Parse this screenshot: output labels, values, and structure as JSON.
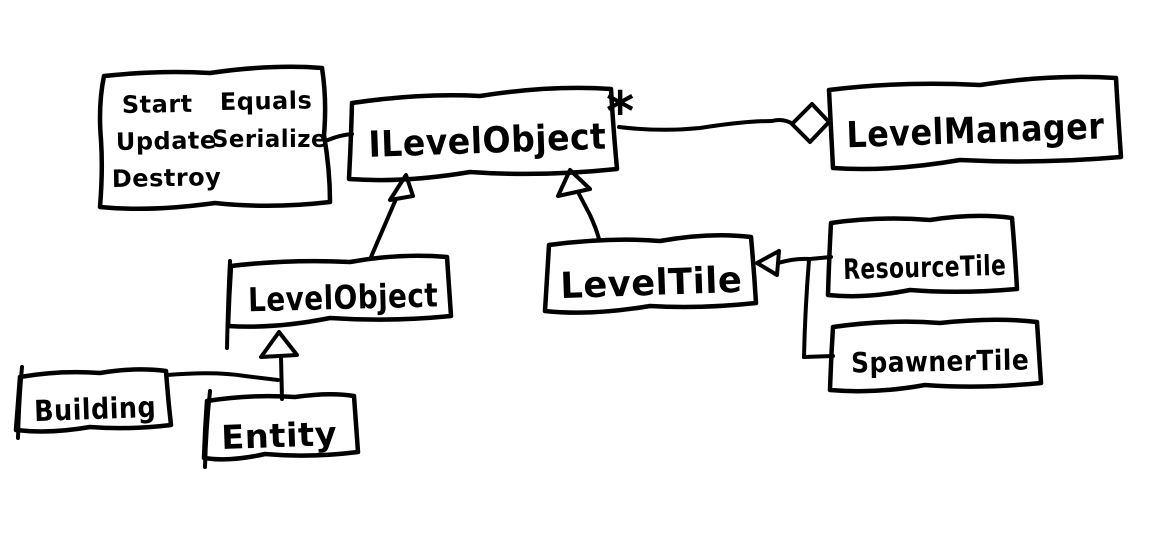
{
  "diagram": {
    "style": "hand-drawn-marker-sketch",
    "ink_color": "#000000",
    "background_color": "#ffffff",
    "note": {
      "col1": [
        "Start",
        "Update",
        "Destroy"
      ],
      "col2": [
        "Equals",
        "Serialize"
      ]
    },
    "classes": {
      "ilevel_object": "ILevelObject",
      "level_manager": "LevelManager",
      "level_object": "LevelObject",
      "level_tile": "LevelTile",
      "resource_tile": "ResourceTile",
      "spawner_tile": "SpawnerTile",
      "building": "Building",
      "entity": "Entity"
    },
    "aggregation": {
      "multiplicity": "*"
    },
    "relationships": [
      {
        "from": "ILevelObject",
        "to": "LevelManager",
        "type": "aggregation",
        "multiplicity": "*"
      },
      {
        "from": "method-note",
        "to": "ILevelObject",
        "type": "note-attachment"
      },
      {
        "from": "LevelObject",
        "to": "ILevelObject",
        "type": "inheritance"
      },
      {
        "from": "LevelTile",
        "to": "ILevelObject",
        "type": "inheritance"
      },
      {
        "from": "ResourceTile",
        "to": "LevelTile",
        "type": "inheritance"
      },
      {
        "from": "SpawnerTile",
        "to": "LevelTile",
        "type": "inheritance"
      },
      {
        "from": "Building",
        "to": "LevelObject",
        "type": "inheritance"
      },
      {
        "from": "Entity",
        "to": "LevelObject",
        "type": "inheritance"
      }
    ]
  }
}
